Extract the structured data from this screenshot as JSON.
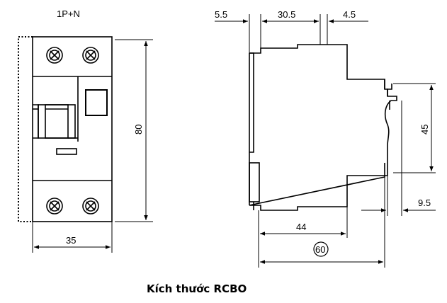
{
  "front_view": {
    "label": "1P+N",
    "width_dim": "35",
    "height_dim": "80"
  },
  "side_view": {
    "dim_left": "5.5",
    "dim_mid": "30.5",
    "dim_right": "4.5",
    "dim_45": "45",
    "dim_9_5": "9.5",
    "dim_44": "44",
    "dim_60": "60"
  },
  "caption": "Kích thước RCBO"
}
